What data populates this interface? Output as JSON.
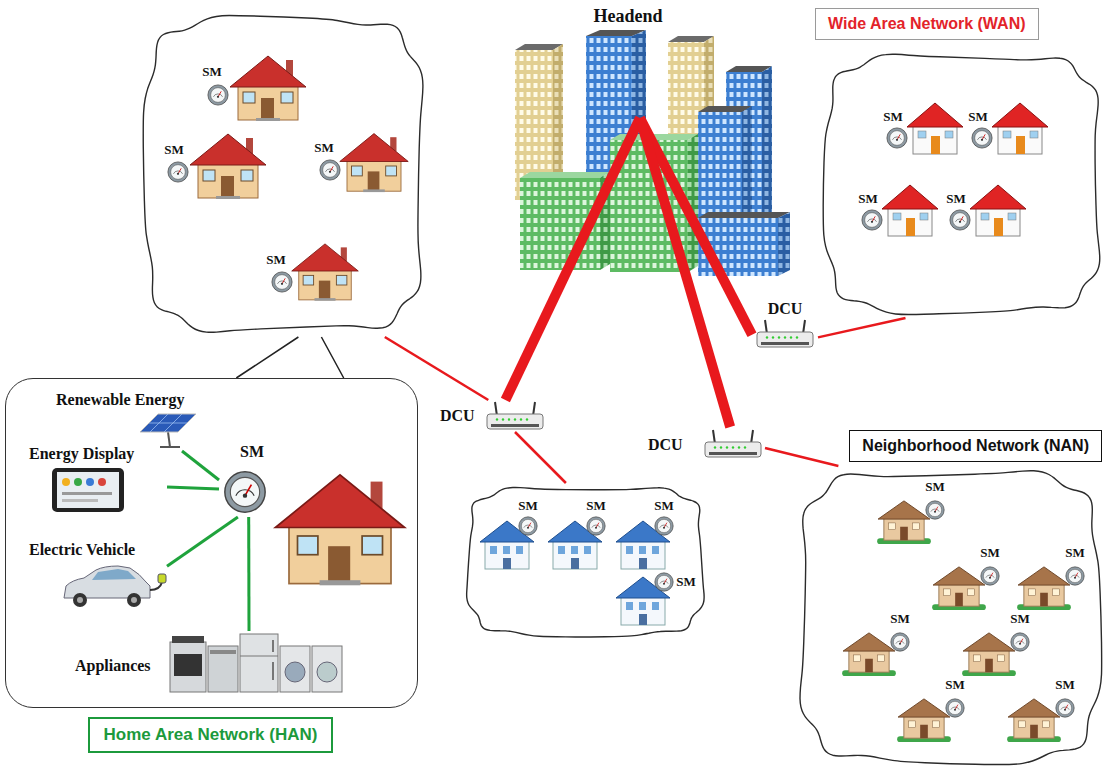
{
  "diagram": {
    "nodes": [
      {
        "text": [
          "SM",
          "SM",
          "SM",
          "SM"
        ]
      },
      {
        "text": [
          "Headend"
        ]
      },
      {
        "text": [
          "Wide Area Network (WAN)"
        ]
      },
      {
        "text": [
          "SM",
          "SM",
          "SM",
          "SM"
        ]
      },
      {
        "text": [
          "DCU"
        ]
      },
      {
        "text": [
          "Home Area Network (HAN)"
        ]
      },
      {
        "text": [
          "Renewable Energy"
        ],
        "in": 5
      },
      {
        "text": [
          "SM"
        ],
        "in": 5
      },
      {
        "text": [
          "Energy Display"
        ],
        "in": 5
      },
      {
        "text": [
          "Electric Vehicle"
        ],
        "in": 5
      },
      {
        "text": [
          "Appliances"
        ],
        "in": 5
      },
      {
        "text": [
          "DCU"
        ]
      },
      {
        "text": [
          "DCU"
        ]
      },
      {
        "text": [
          "Neighborhood Network (NAN)"
        ]
      },
      {
        "text": [
          "SM",
          "SM",
          "SM",
          "SM"
        ]
      },
      {
        "text": [
          "SM",
          "SM",
          "SM",
          "SM",
          "SM",
          "SM",
          "SM"
        ]
      }
    ],
    "edges": [
      {
        "from": 1,
        "to": 4,
        "arrow": "none"
      },
      {
        "from": 1,
        "to": 11,
        "arrow": "none"
      },
      {
        "from": 1,
        "to": 12,
        "arrow": "none"
      },
      {
        "from": 0,
        "to": 11,
        "arrow": "none"
      },
      {
        "from": 11,
        "to": 14,
        "arrow": "none"
      },
      {
        "from": 4,
        "to": 3,
        "arrow": "none"
      },
      {
        "from": 12,
        "to": 15,
        "arrow": "none"
      },
      {
        "from": 0,
        "to": 5,
        "arrow": "none"
      },
      {
        "from": 6,
        "to": 7,
        "arrow": "none"
      },
      {
        "from": 8,
        "to": 7,
        "arrow": "none"
      },
      {
        "from": 9,
        "to": 7,
        "arrow": "none"
      },
      {
        "from": 10,
        "to": 7,
        "arrow": "none"
      }
    ]
  }
}
